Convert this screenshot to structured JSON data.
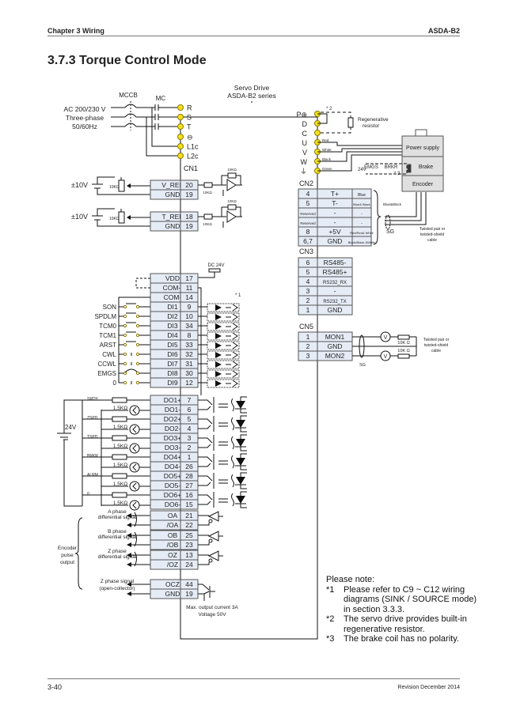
{
  "header": {
    "chapter": "Chapter 3 Wiring",
    "model": "ASDA-B2"
  },
  "section": {
    "title": "3.7.3  Torque Control Mode"
  },
  "footer": {
    "page": "3-40",
    "revision": "Revision December 2014"
  },
  "diagram": {
    "drive_title": [
      "Servo Drive",
      "ASDA-B2 series"
    ],
    "power_input": {
      "labels": [
        "AC 200/230 V",
        "Three-phase",
        "50/60Hz"
      ],
      "mccb": "MCCB",
      "mc": "MC"
    },
    "power_terminals": [
      "R",
      "S",
      "T",
      "⊖",
      "L1c",
      "L2c"
    ],
    "motor_terminals": [
      "P⊕",
      "D",
      "C",
      "U",
      "V",
      "W",
      "⏚"
    ],
    "regen": {
      "note": "* 2",
      "label": [
        "Regenerative",
        "resistor"
      ]
    },
    "wire_colors": [
      "Red",
      "White",
      "Black",
      "Green"
    ],
    "motor": {
      "power_supply": "Power supply",
      "brake": "Brake",
      "encoder": "Encoder"
    },
    "brake_circuit": {
      "voltage": "24V",
      "emgs": "EMGS",
      "brkr": "BRKR",
      "note": "* 3"
    },
    "cn1": {
      "label": "CN1",
      "analog": [
        {
          "source": "±10V",
          "pot": "10KΩ",
          "signal": "V_REF",
          "pin": "20",
          "gnd": "GND",
          "gnd_pin": "19"
        },
        {
          "source": "±10V",
          "pot": "10KΩ",
          "signal": "T_REF",
          "pin": "18",
          "gnd": "GND",
          "gnd_pin": "19"
        }
      ],
      "resistor": "10KΩ",
      "dc24": "DC 24V",
      "power_rows": [
        {
          "signal": "VDD",
          "pin": "17"
        },
        {
          "signal": "COM+",
          "pin": "11"
        },
        {
          "signal": "COM-",
          "pin": "14"
        }
      ],
      "di_note": "* 1",
      "di_rows": [
        {
          "func": "SON",
          "signal": "DI1",
          "pin": "9"
        },
        {
          "func": "SPDLM",
          "signal": "DI2",
          "pin": "10"
        },
        {
          "func": "TCM0",
          "signal": "DI3",
          "pin": "34"
        },
        {
          "func": "TCM1",
          "signal": "DI4",
          "pin": "8"
        },
        {
          "func": "ARST",
          "signal": "DI5",
          "pin": "33"
        },
        {
          "func": "CWL",
          "signal": "DI6",
          "pin": "32"
        },
        {
          "func": "CCWL",
          "signal": "DI7",
          "pin": "31"
        },
        {
          "func": "EMGS",
          "signal": "DI8",
          "pin": "30"
        },
        {
          "func": "0",
          "signal": "DI9",
          "pin": "12"
        }
      ],
      "do_supply": "24V",
      "do_resistor": "1.5KΩ",
      "do_rows": [
        {
          "func": "SRDY",
          "plus": "DO1+",
          "plus_pin": "7",
          "minus": "DO1-",
          "minus_pin": "6"
        },
        {
          "func": "ZSPD",
          "plus": "DO2+",
          "plus_pin": "5",
          "minus": "DO2-",
          "minus_pin": "4"
        },
        {
          "func": "TSPD",
          "plus": "DO3+",
          "plus_pin": "3",
          "minus": "DO3-",
          "minus_pin": "2"
        },
        {
          "func": "BRKR",
          "plus": "DO4+",
          "plus_pin": "1",
          "minus": "DO4-",
          "minus_pin": "26"
        },
        {
          "func": "ALRM",
          "plus": "DO5+",
          "plus_pin": "28",
          "minus": "DO5-",
          "minus_pin": "27"
        },
        {
          "func": "0",
          "plus": "DO6+",
          "plus_pin": "16",
          "minus": "DO6-",
          "minus_pin": "15"
        }
      ],
      "encoder_out": {
        "group_label": [
          "Encoder",
          "pulse",
          "output"
        ],
        "pairs": [
          {
            "label": [
              "A phase",
              "differential signal"
            ],
            "rows": [
              {
                "signal": "OA",
                "pin": "21"
              },
              {
                "signal": "/OA",
                "pin": "22"
              }
            ]
          },
          {
            "label": [
              "B phase",
              "differential signal"
            ],
            "rows": [
              {
                "signal": "OB",
                "pin": "25"
              },
              {
                "signal": "/OB",
                "pin": "23"
              }
            ]
          },
          {
            "label": [
              "Z phase",
              "differential signal"
            ],
            "rows": [
              {
                "signal": "OZ",
                "pin": "13"
              },
              {
                "signal": "/OZ",
                "pin": "24"
              }
            ]
          }
        ],
        "ocz": {
          "label": [
            "Z phase signal",
            "(open-collector)"
          ],
          "rows": [
            {
              "signal": "OCZ",
              "pin": "44"
            },
            {
              "signal": "GND",
              "pin": "19"
            }
          ]
        },
        "max_note": [
          "Max. output current 3A",
          "Voltage 50V"
        ]
      }
    },
    "cn2": {
      "label": "CN2",
      "rows": [
        {
          "pin": "4",
          "signal": "T+",
          "color": "Blue"
        },
        {
          "pin": "5",
          "signal": "T-",
          "color": "Blue& Black"
        },
        {
          "pin": "Reserved",
          "signal": "-",
          "color": "-"
        },
        {
          "pin": "Reserved",
          "signal": "-",
          "color": "-"
        },
        {
          "pin": "8",
          "signal": "+5V",
          "color": "Red/Red& White"
        },
        {
          "pin": "6,7",
          "signal": "GND",
          "color": "Black/Black &White"
        }
      ],
      "pair_color": "Blue&Black",
      "sg": "SG",
      "cable": [
        "Twisted pair or",
        "twisted-shield",
        "cable"
      ]
    },
    "cn3": {
      "label": "CN3",
      "rows": [
        {
          "pin": "6",
          "signal": "RS485-"
        },
        {
          "pin": "5",
          "signal": "RS485+"
        },
        {
          "pin": "4",
          "signal": "RS232_RX"
        },
        {
          "pin": "3",
          "signal": "-"
        },
        {
          "pin": "2",
          "signal": "RS232_TX"
        },
        {
          "pin": "1",
          "signal": "GND"
        }
      ]
    },
    "cn5": {
      "label": "CN5",
      "rows": [
        {
          "pin": "1",
          "signal": "MON1"
        },
        {
          "pin": "2",
          "signal": "GND"
        },
        {
          "pin": "3",
          "signal": "MON2"
        }
      ],
      "pot": "10K Ω",
      "meter": "V",
      "sg": "SG",
      "cable": [
        "Twisted pair or",
        "twisted-shield",
        "cable"
      ]
    }
  },
  "notes": {
    "title": "Please note:",
    "items": [
      {
        "mark": "*1",
        "lines": [
          "Please refer to C9 ~ C12 wiring",
          "diagrams (SINK / SOURCE mode)",
          "in section 3.3.3."
        ]
      },
      {
        "mark": "*2",
        "lines": [
          "The servo drive provides built-in",
          "regenerative resistor."
        ]
      },
      {
        "mark": "*3",
        "lines": [
          "The brake coil has no polarity."
        ]
      }
    ]
  }
}
